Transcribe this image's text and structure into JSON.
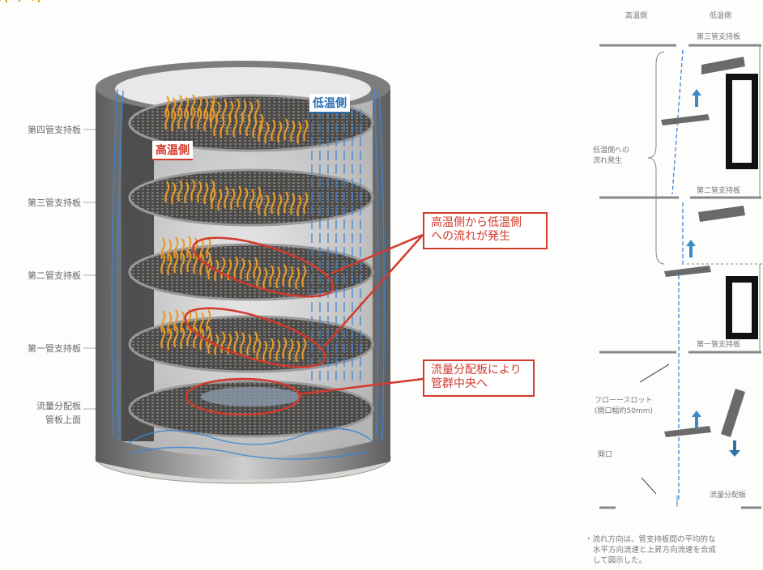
{
  "left": {
    "plate_labels": [
      "第四管支持板",
      "第三管支持板",
      "第二管支持板",
      "第一管支持板",
      "流量分配板",
      "管板上面"
    ],
    "tag_low": "低温側",
    "tag_high": "高温側",
    "callout1_l1": "高温側から低温側",
    "callout1_l2": "への流れが発生",
    "callout2_l1": "流量分配板により",
    "callout2_l2": "管群中央へ"
  },
  "right": {
    "head_high": "高温側",
    "head_low": "低温側",
    "plate3": "第三管支持板",
    "plate2": "第二管支持板",
    "plate1": "第一管支持板",
    "brace_l1": "低温側への",
    "brace_l2": "流れ発生",
    "slot_l1": "フローースロット",
    "slot_l2": "(開口幅約50mm)",
    "opening": "開口",
    "fdp": "流量分配板",
    "note_l1": "・流れ方向は、管支持板間の平均的な",
    "note_l2": "水平方向流速と上昇方向流速を合成",
    "note_l3": "して図示した。"
  },
  "colors": {
    "accent_red": "#d23a2c",
    "flow_blue": "#3d86d4",
    "tube_orange": "#e79b2c"
  }
}
